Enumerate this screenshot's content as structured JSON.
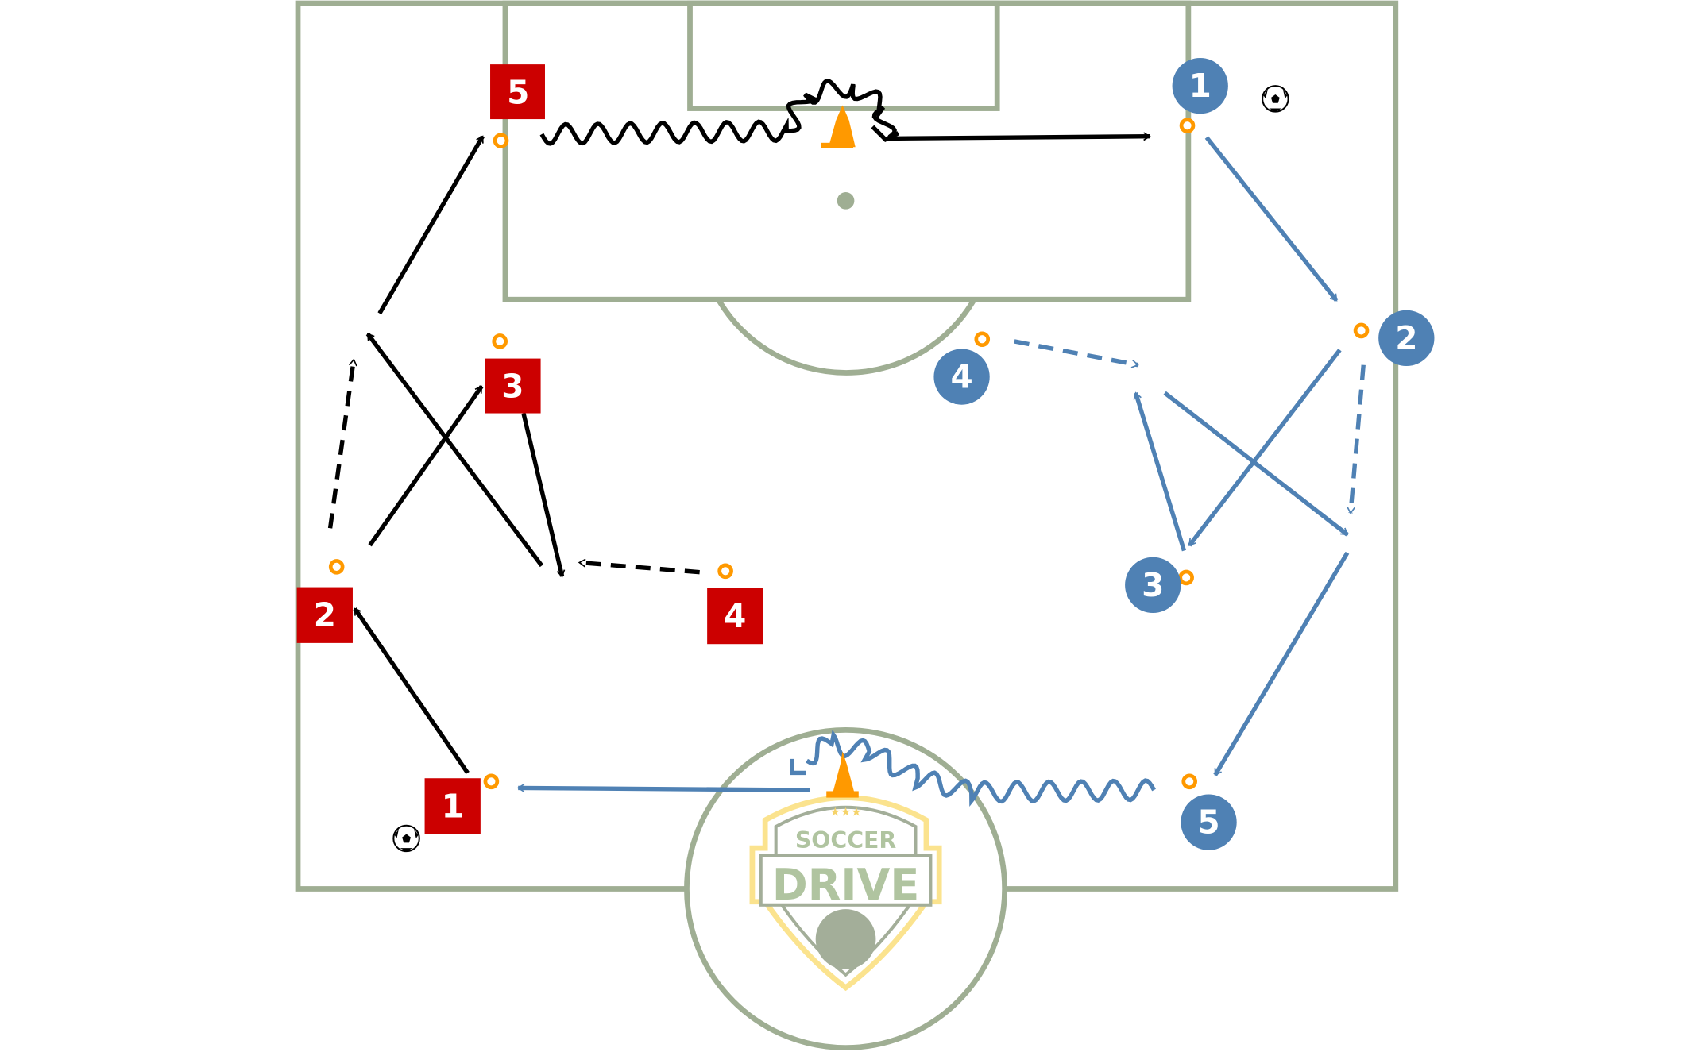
{
  "diagram": {
    "colors": {
      "pitch_lines": "#9fae93",
      "red_team": "#cc0000",
      "blue_team": "#4f81b4",
      "marker": "#ff9900",
      "arrow_black": "#000000",
      "arrow_blue": "#4f81b4"
    },
    "red_players": [
      {
        "label": "1"
      },
      {
        "label": "2"
      },
      {
        "label": "3"
      },
      {
        "label": "4"
      },
      {
        "label": "5"
      }
    ],
    "blue_players": [
      {
        "label": "1"
      },
      {
        "label": "2"
      },
      {
        "label": "3"
      },
      {
        "label": "4"
      },
      {
        "label": "5"
      }
    ],
    "logo": {
      "line1": "SOCCER",
      "line2": "DRIVE",
      "stars": "★★★"
    },
    "icons": [
      "soccer-ball-icon",
      "cone-icon",
      "marker-ring-icon"
    ]
  }
}
